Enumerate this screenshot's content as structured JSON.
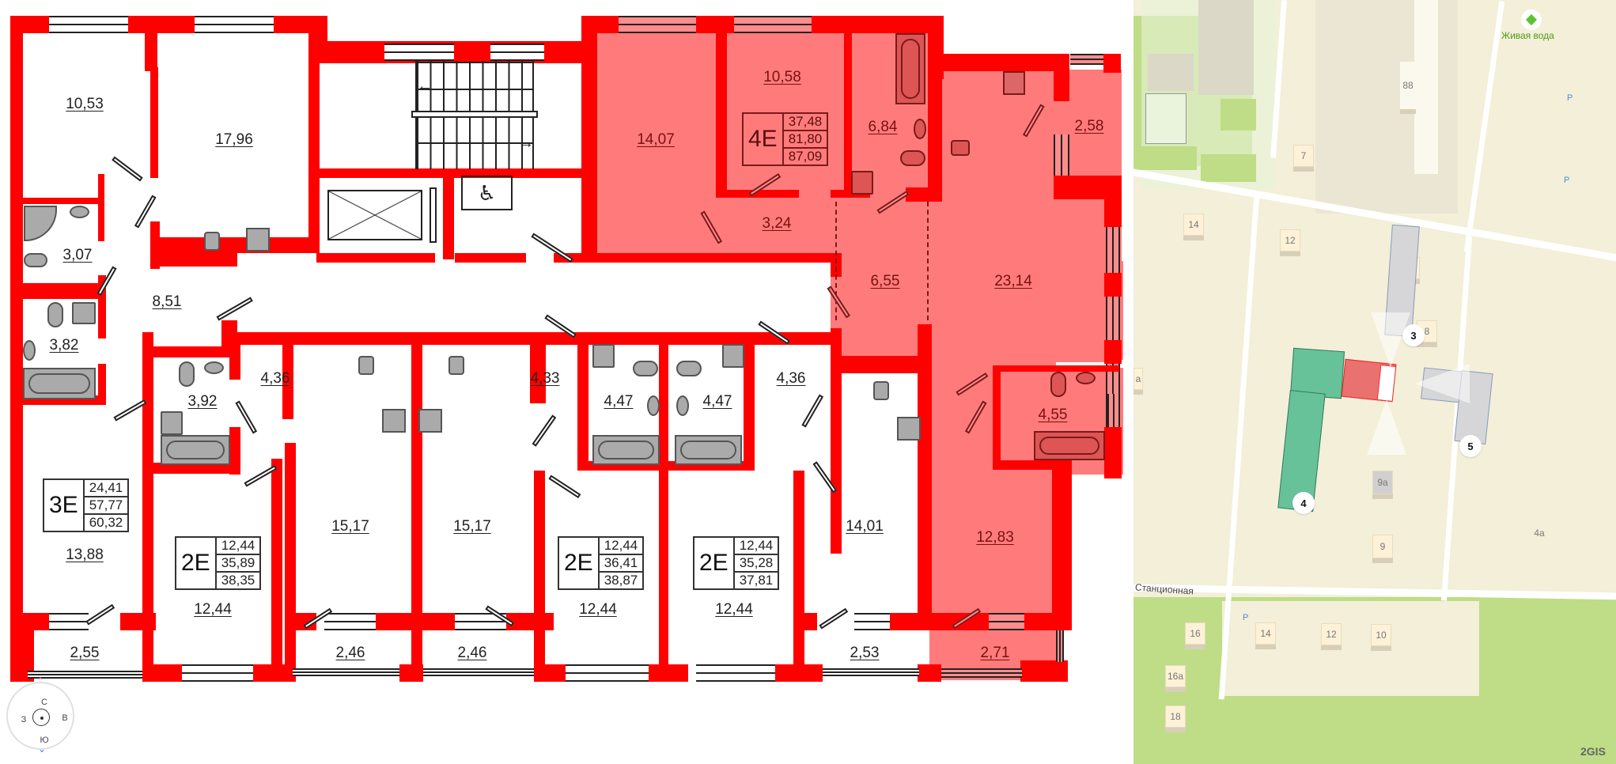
{
  "floor_plan": {
    "apartments": [
      {
        "code": "3E",
        "living_area": "24,41",
        "total_area": "57,77",
        "total_with_balcony": "60,32",
        "highlighted": false
      },
      {
        "code": "2E",
        "living_area": "12,44",
        "total_area": "35,89",
        "total_with_balcony": "38,35",
        "highlighted": false
      },
      {
        "code": "2E",
        "living_area": "12,44",
        "total_area": "36,41",
        "total_with_balcony": "38,87",
        "highlighted": false
      },
      {
        "code": "2E",
        "living_area": "12,44",
        "total_area": "35,28",
        "total_with_balcony": "37,81",
        "highlighted": false
      },
      {
        "code": "4E",
        "living_area": "37,48",
        "total_area": "81,80",
        "total_with_balcony": "87,09",
        "highlighted": true
      }
    ],
    "rooms": {
      "r10_53": "10,53",
      "r17_96": "17,96",
      "r3_07": "3,07",
      "r3_82": "3,82",
      "r8_51": "8,51",
      "r13_88": "13,88",
      "r2_55": "2,55",
      "r3_92": "3,92",
      "r4_36a": "4,36",
      "r12_44a": "12,44",
      "r15_17a": "15,17",
      "r15_17b": "15,17",
      "r2_46a": "2,46",
      "r2_46b": "2,46",
      "r4_33": "4,33",
      "r4_47a": "4,47",
      "r4_47b": "4,47",
      "r12_44b": "12,44",
      "r12_44c": "12,44",
      "r4_36b": "4,36",
      "r14_01": "14,01",
      "r2_53": "2,53",
      "r14_07": "14,07",
      "r10_58": "10,58",
      "r6_84": "6,84",
      "r3_24": "3,24",
      "r6_55": "6,55",
      "r23_14": "23,14",
      "r2_58": "2,58",
      "r4_55": "4,55",
      "r12_83": "12,83",
      "r2_71": "2,71"
    },
    "highlight_color": "#ff7b7b",
    "wall_color": "#ff0000"
  },
  "compass": {
    "north": "С",
    "south": "Ю",
    "west": "З",
    "east": "В"
  },
  "map": {
    "poi_label": "Живая вода",
    "street_label": "Станционная",
    "attribution": "2GIS",
    "parking_label": "P",
    "building_pins": [
      "3",
      "4",
      "5"
    ],
    "house_numbers": [
      "88",
      "7",
      "14",
      "12",
      "10",
      "8",
      "9а",
      "9",
      "4а",
      "16",
      "14",
      "12",
      "10",
      "16а",
      "18",
      "а"
    ],
    "colors": {
      "selected_section": "#e9716f",
      "complex": "#67c29a",
      "neighbor": "#d6d6d8",
      "land": "#f3efd8",
      "green": "#bedd86"
    }
  }
}
